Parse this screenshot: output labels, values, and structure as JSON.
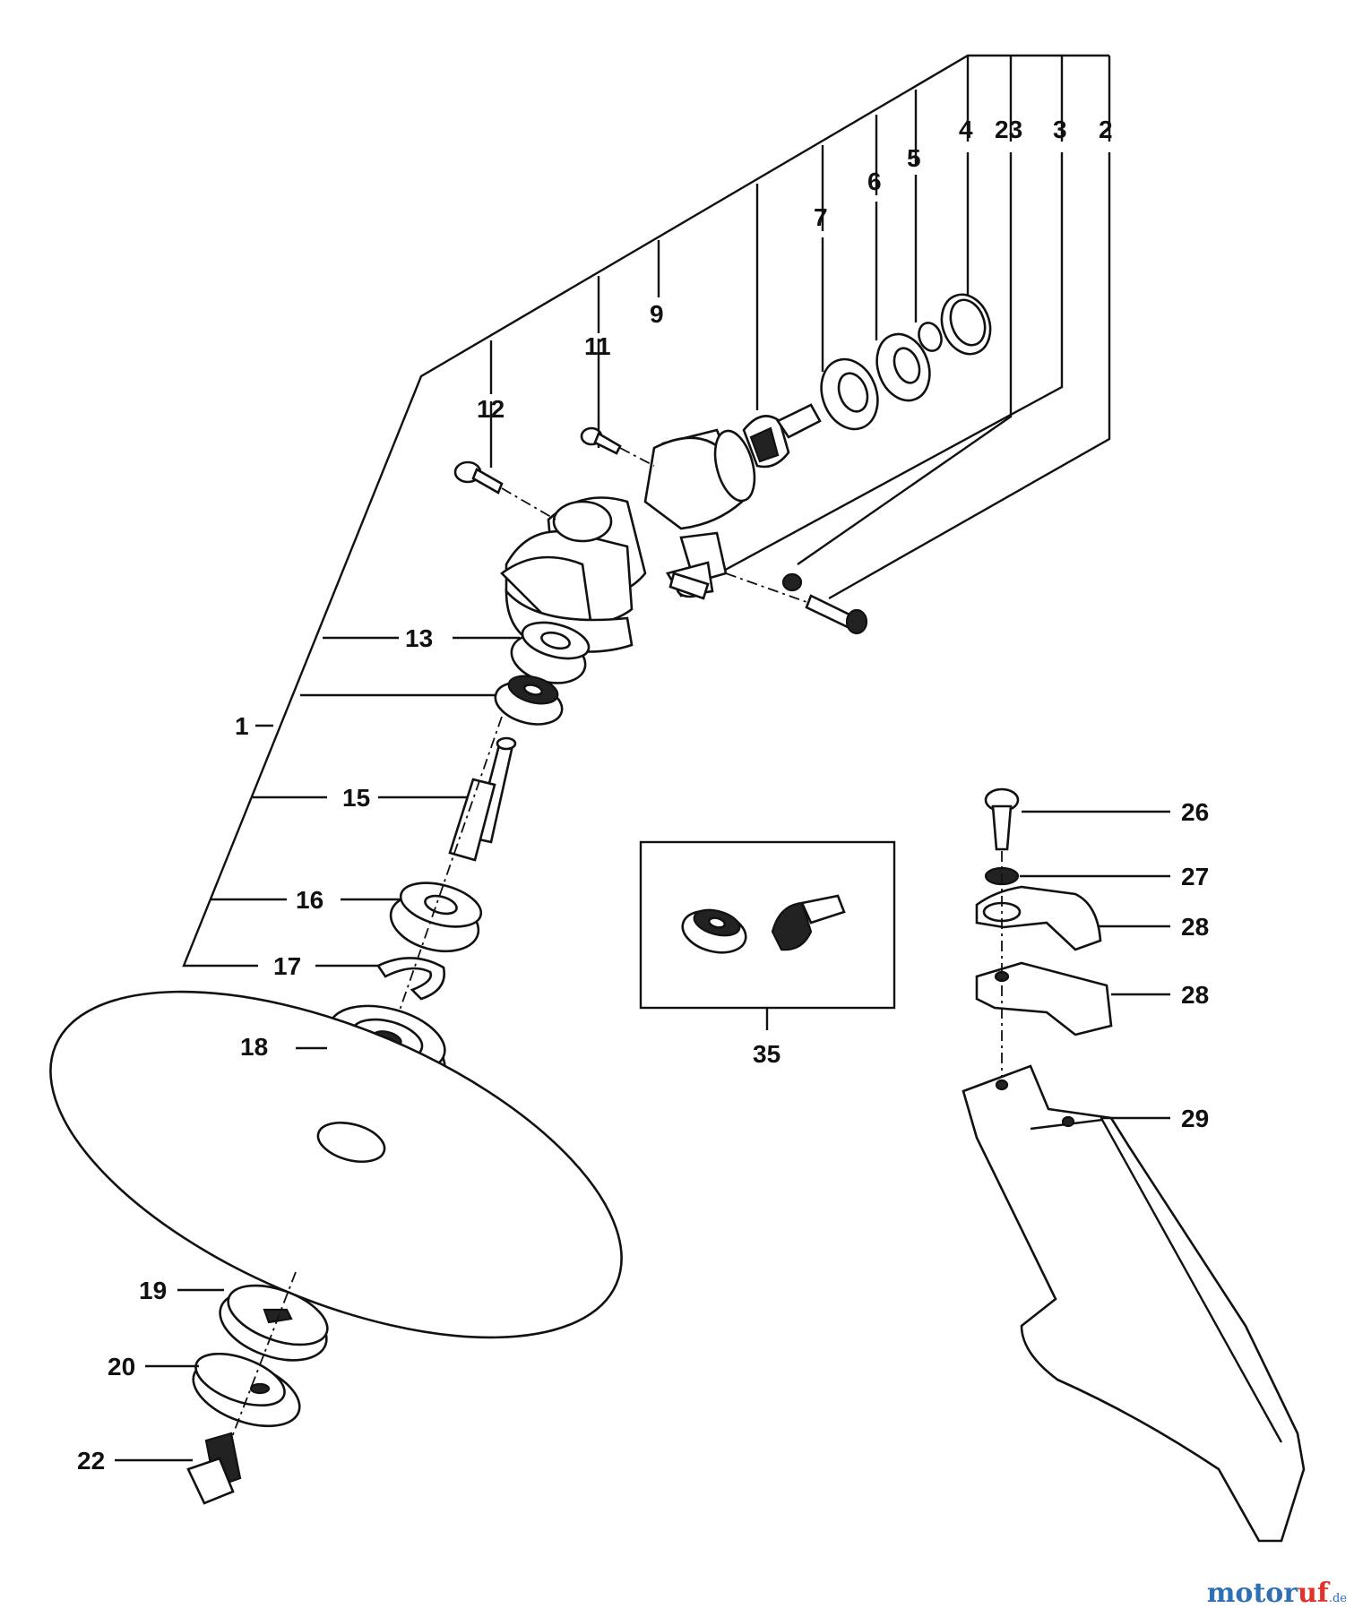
{
  "diagram": {
    "labels": {
      "l1": "1",
      "l2": "2",
      "l3": "3",
      "l4": "4",
      "l5": "5",
      "l6": "6",
      "l7": "7",
      "l9": "9",
      "l11": "11",
      "l12": "12",
      "l13": "13",
      "l15": "15",
      "l16": "16",
      "l17": "17",
      "l18": "18",
      "l19": "19",
      "l20": "20",
      "l22": "22",
      "l23": "23",
      "l26": "26",
      "l27": "27",
      "l28a": "28",
      "l28b": "28",
      "l29": "29",
      "l35": "35"
    }
  },
  "watermark": {
    "part1": "motor",
    "part2": "uf",
    "part3": ".de"
  },
  "colors": {
    "ink": "#111111",
    "brand_blue": "#2e6fb5",
    "brand_red": "#e3312b"
  }
}
